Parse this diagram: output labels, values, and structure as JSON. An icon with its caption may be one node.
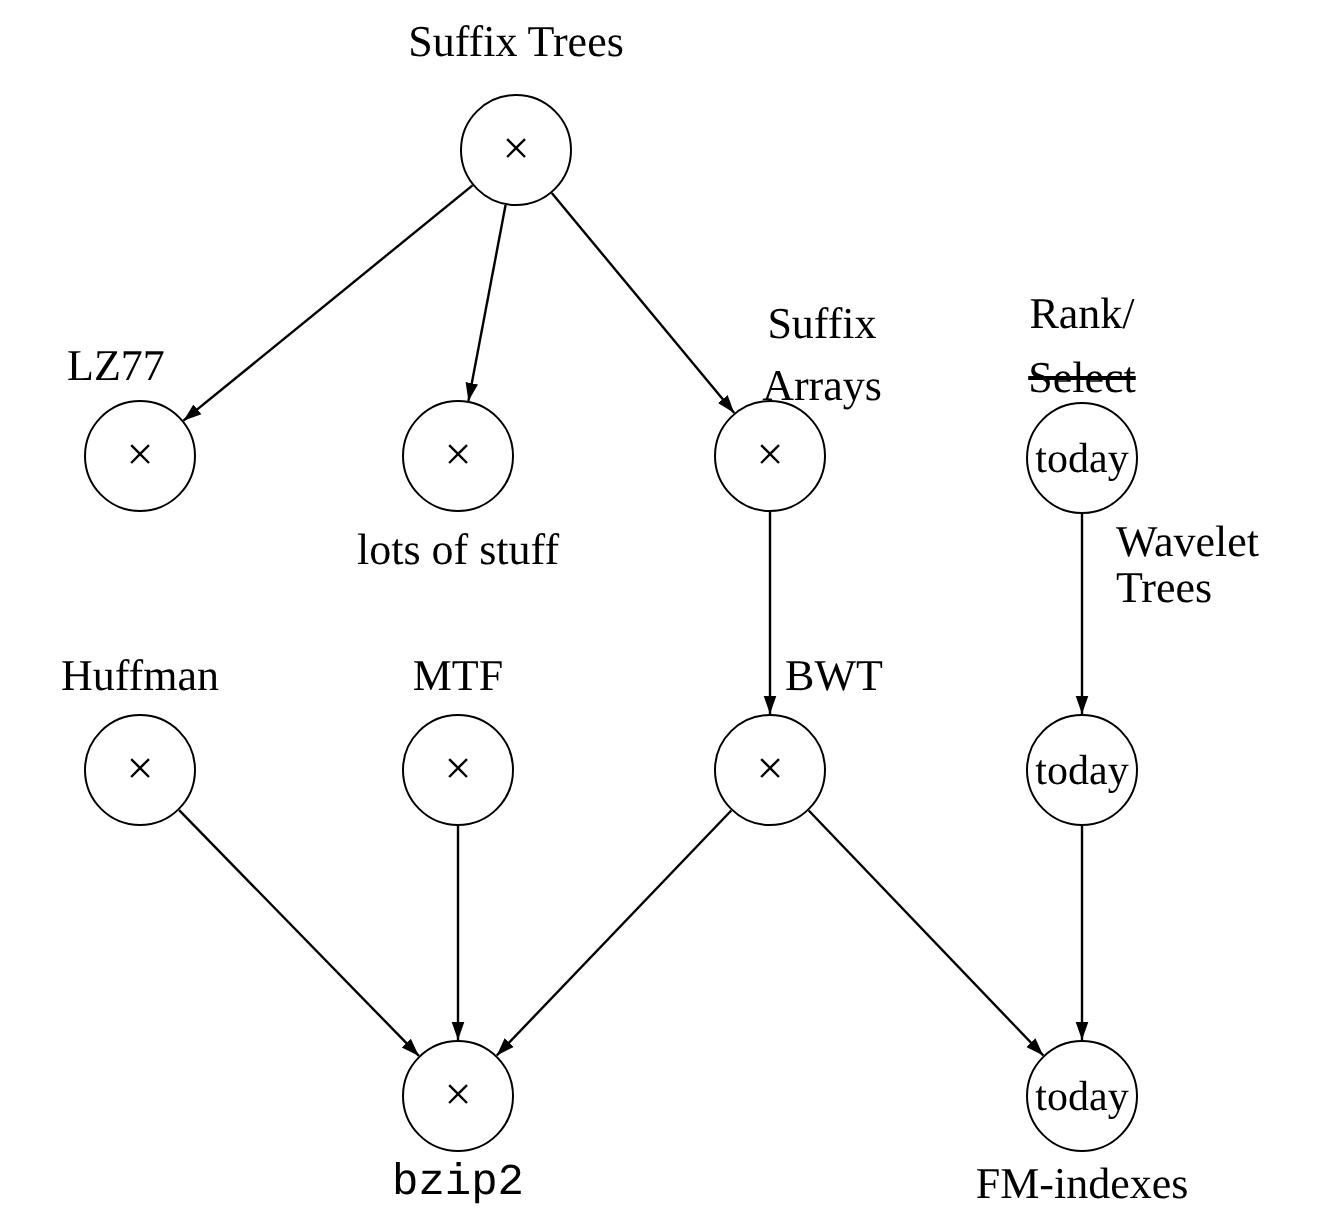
{
  "diagram": {
    "nodes": [
      {
        "text": [
          "×"
        ],
        "beside": [
          "Suffix Trees"
        ]
      },
      {
        "text": [
          "×"
        ],
        "beside": [
          "LZ77"
        ]
      },
      {
        "text": [
          "×"
        ],
        "beside": [
          "lots of stuff"
        ]
      },
      {
        "text": [
          "×"
        ],
        "beside": [
          "Suffix Arrays"
        ]
      },
      {
        "text": [
          "today"
        ],
        "beside": [
          "Rank/",
          "Select"
        ]
      },
      {
        "text": [
          "×"
        ],
        "beside": [
          "Huffman"
        ]
      },
      {
        "text": [
          "×"
        ],
        "beside": [
          "MTF"
        ]
      },
      {
        "text": [
          "×"
        ],
        "beside": [
          "BWT"
        ]
      },
      {
        "text": [
          "today"
        ]
      },
      {
        "text": [
          "×"
        ],
        "beside": [
          "bzip2"
        ]
      },
      {
        "text": [
          "today"
        ],
        "beside": [
          "FM-indexes"
        ]
      }
    ],
    "edges": [
      {
        "from": 0,
        "to": 1,
        "arrow": "to"
      },
      {
        "from": 0,
        "to": 2,
        "arrow": "to"
      },
      {
        "from": 0,
        "to": 3,
        "arrow": "to"
      },
      {
        "from": 3,
        "to": 7,
        "arrow": "to"
      },
      {
        "from": 4,
        "to": 8,
        "arrow": "to",
        "label": "Wavelet Trees"
      },
      {
        "from": 5,
        "to": 9,
        "arrow": "to"
      },
      {
        "from": 6,
        "to": 9,
        "arrow": "to"
      },
      {
        "from": 7,
        "to": 9,
        "arrow": "to"
      },
      {
        "from": 7,
        "to": 10,
        "arrow": "to"
      },
      {
        "from": 8,
        "to": 10,
        "arrow": "to"
      }
    ]
  }
}
